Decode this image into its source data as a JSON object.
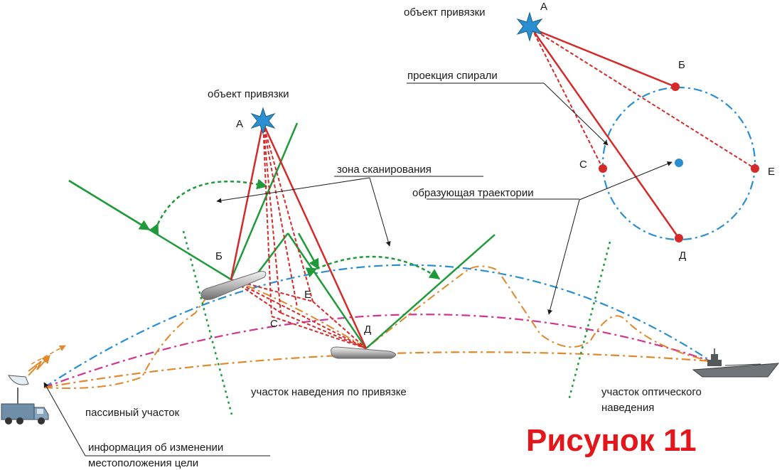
{
  "labels": {
    "anchor_object_top": "объект привязки",
    "anchor_object_main": "объект привязки",
    "spiral_projection": "проекция спирали",
    "scan_zone": "зона сканирования",
    "generating_trajectory": "образующая траектории",
    "passive_section": "пассивный участок",
    "anchor_guidance_section": "участок наведения по привязке",
    "optical_guidance_line1": "участок оптического",
    "optical_guidance_line2": "наведения",
    "target_info_line1": "информация об изменении",
    "target_info_line2": "местоположения цели",
    "figure_caption": "Рисунок 11"
  },
  "points_main": {
    "A": "А",
    "B": "Б",
    "C": "С",
    "E": "Е",
    "D": "Д"
  },
  "points_top": {
    "A": "А",
    "B": "Б",
    "C": "С",
    "E": "Е",
    "D": "Д"
  },
  "colors": {
    "red": "#d42a2a",
    "green": "#1f9a3a",
    "blue_dashdot": "#2a8fd1",
    "magenta_dashdot": "#d0348f",
    "orange_dashdot": "#e0882a",
    "caption_red": "#e3161b",
    "star_blue": "#2a8fd1"
  },
  "icons": {
    "star": "star-icon",
    "radar_truck": "radar-truck-icon",
    "ship": "ship-icon",
    "missile": "missile-icon"
  }
}
